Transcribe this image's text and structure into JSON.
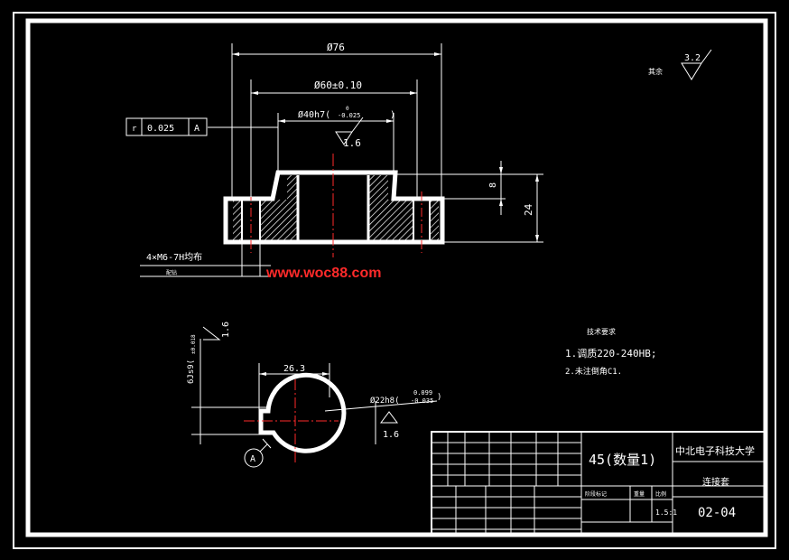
{
  "drawing": {
    "dims": {
      "d76": "Ø76",
      "d60": "Ø60±0.10",
      "d40": "Ø40h7(",
      "d40_tol_top": "0",
      "d40_tol_bot": "-0.025",
      "close_paren": ")",
      "h8": "8",
      "h24": "24",
      "d263": "26.3",
      "d22": "Ø22h8(",
      "d22_tol_top": "0.099",
      "d22_tol_bot": "-0.035",
      "d6js": "6Js9(",
      "d6_tol": "±0.018",
      "holes": "4×M6-7H均布",
      "holes_sub": "配钻"
    },
    "roughness": {
      "bore": "1.6",
      "keyway": "1.6",
      "shaft": "1.6",
      "general": "3.2",
      "general_prefix": "其余"
    },
    "tolerance_frame": {
      "symbol": "r",
      "value": "0.025",
      "datum": "A"
    },
    "datum_label": "A",
    "notes": {
      "title": "技术要求",
      "line1": "1.调质220-240HB;",
      "line2": "2.未注倒角C1."
    }
  },
  "title_block": {
    "material": "45(数量1)",
    "school": "中北电子科技大学",
    "part_name": "连接套",
    "drawing_no": "02-04",
    "scale": "1.5:1",
    "scale_label": "比例",
    "stage_label": "阶段标记",
    "weight_label": "重量"
  },
  "watermark": "www.woc88.com",
  "colors": {
    "line": "#ffffff",
    "center": "#ff2a2a",
    "background": "#000000"
  }
}
